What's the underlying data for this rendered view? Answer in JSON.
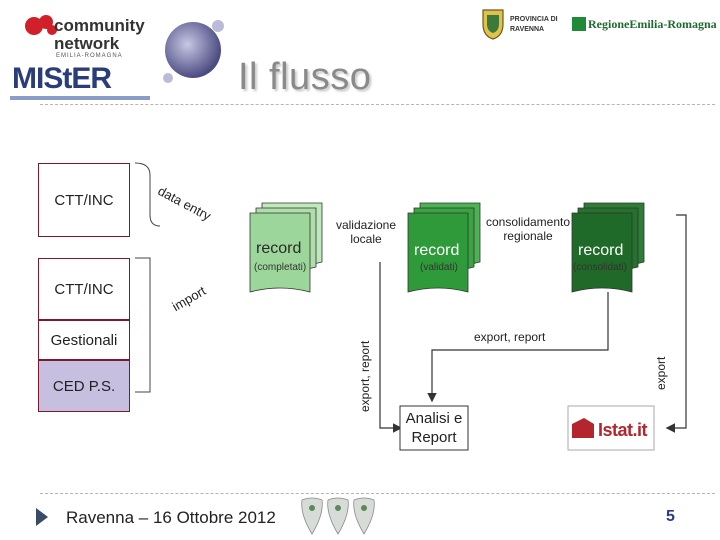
{
  "header": {
    "title": "Il flusso",
    "logo_cn_line1": "community",
    "logo_cn_line2": "network",
    "logo_cn_sub": "EMILIA-ROMAGNA",
    "logo_mister": "MIStER",
    "logo_provincia_line1": "PROVINCIA DI",
    "logo_provincia_line2": "RAVENNA",
    "logo_regione": "RegioneEmilia-Romagna"
  },
  "sources": {
    "ctt1": "CTT/INC",
    "ctt2": "CTT/INC",
    "gestionali": "Gestionali",
    "cedps": "CED P.S."
  },
  "flow": {
    "data_entry": "data entry",
    "import": "import",
    "record1": "record",
    "record1_sub": "(completati)",
    "validazione": "validazione locale",
    "record2": "record",
    "record2_sub": "(validati)",
    "consolidamento": "consolidamento regionale",
    "record3": "record",
    "record3_sub": "(consolidati)",
    "export_report_h": "export, report",
    "export_report_v": "export, report",
    "export_v": "export",
    "analisi": "Analisi e Report",
    "istat": "Istat.it"
  },
  "footer": {
    "event": "Ravenna – 16 Ottobre 2012",
    "page_number": "5"
  },
  "colors": {
    "record1": "#9cd69a",
    "record2": "#2f9a3a",
    "record3": "#1f6a28",
    "accent_border": "#7a1a2a",
    "cedps_fill": "#c7bfe0"
  }
}
